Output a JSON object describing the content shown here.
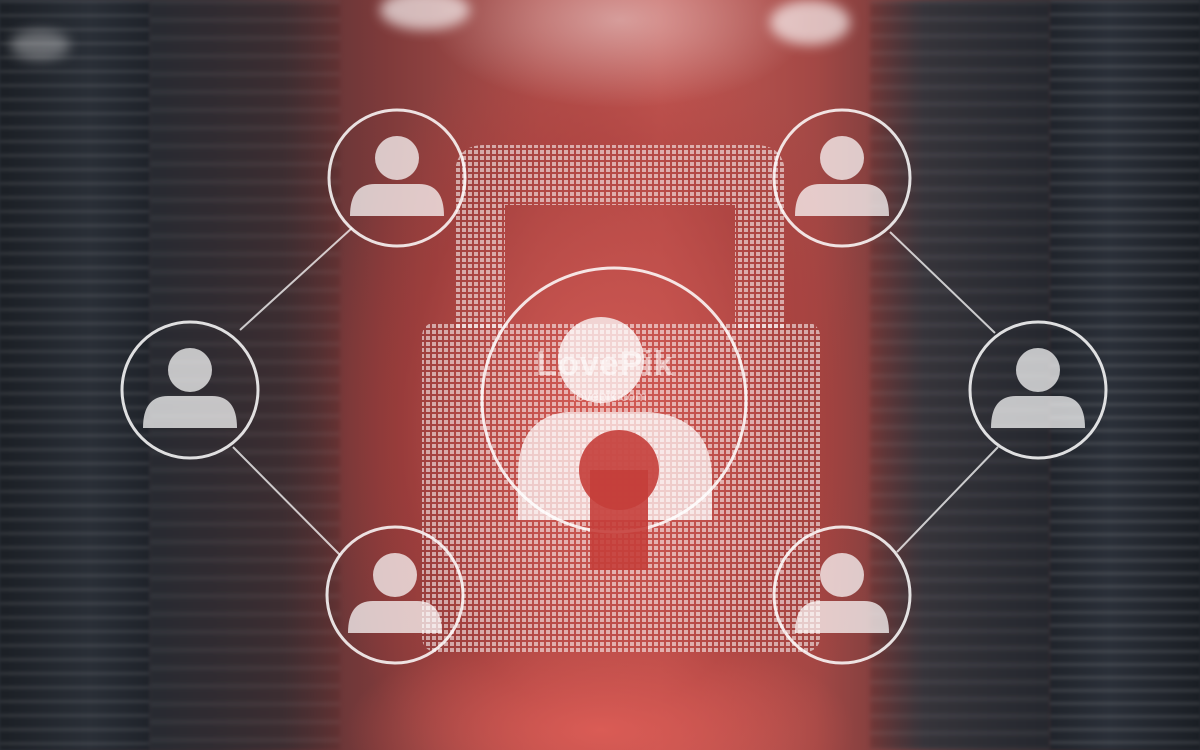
{
  "scene": {
    "background": "blurred server room corridor",
    "tint_color": "#c45a55",
    "overlay_color": "#ffffff"
  },
  "graphic": {
    "center_icon": "padlock-icon",
    "center_user": "user-icon",
    "node_icon": "user-icon",
    "node_count": 6
  },
  "watermark": {
    "text": "LovePik",
    "url": "lovepik.com"
  }
}
